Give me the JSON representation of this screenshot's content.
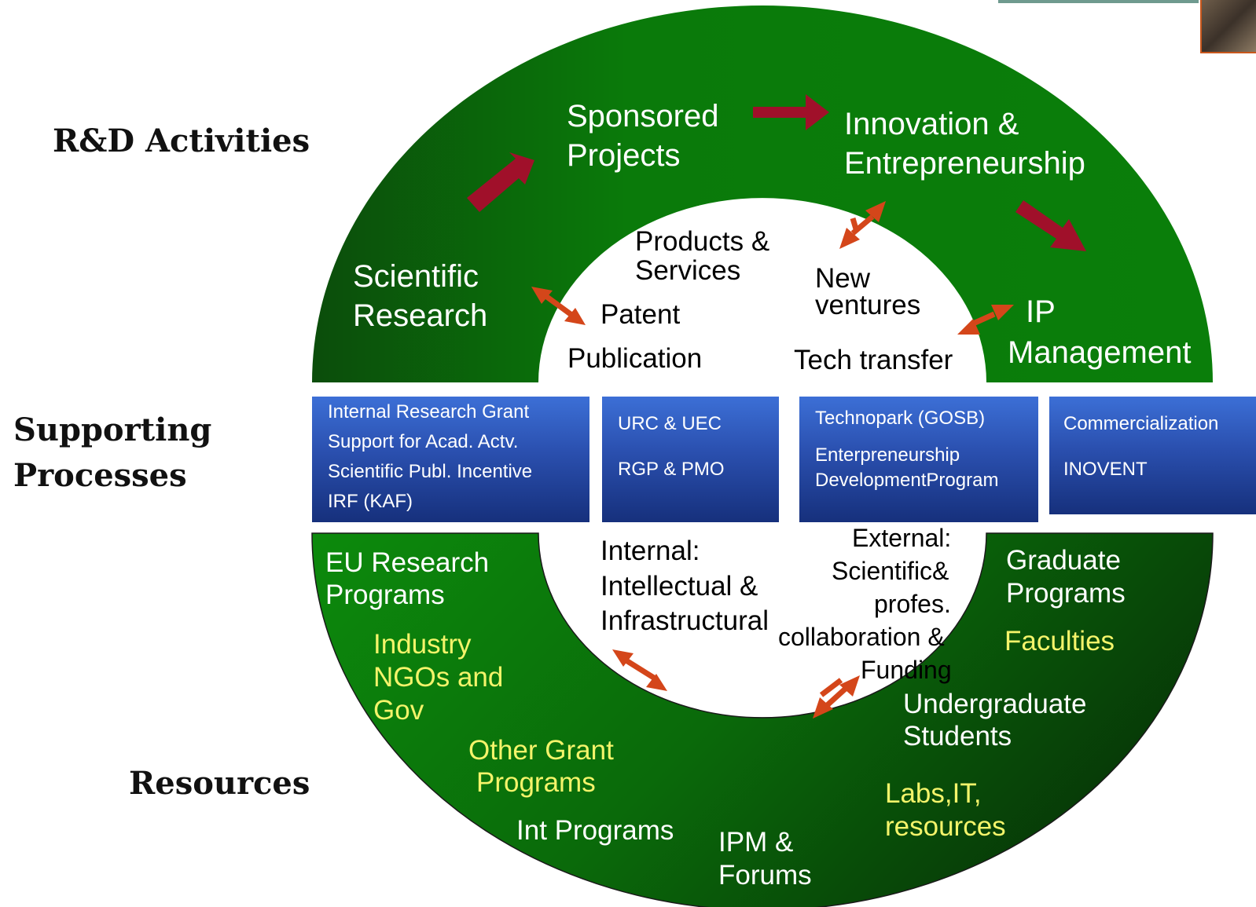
{
  "colors": {
    "ring_dark": "#0b4d0b",
    "ring_light": "#0a7a0a",
    "arrow_red": "#a0102a",
    "arrow_orange": "#d4461a",
    "box_blue": "#2a4fae",
    "yellow_text": "#f4f46a"
  },
  "row_labels": {
    "rd": "R&D Activities",
    "support_1": "Supporting",
    "support_2": "Processes",
    "resources": "Resources"
  },
  "rd": {
    "sci_1": "Scientific",
    "sci_2": "Research",
    "spon_1": "Sponsored",
    "spon_2": "Projects",
    "innov_1": "Innovation &",
    "innov_2": "Entrepreneurship",
    "ip_1": "IP",
    "ip_2": "Management"
  },
  "outputs": {
    "products_1": "Products &",
    "products_2": "Services",
    "patent": "Patent",
    "publication": "Publication",
    "newv_1": "New",
    "newv_2": "ventures",
    "tech_transfer": "Tech transfer"
  },
  "processes": {
    "box1": [
      "Internal Research Grant",
      "Support for Acad. Actv.",
      "Scientific Publ. Incentive",
      "IRF (KAF)"
    ],
    "box2": [
      "URC & UEC",
      "RGP & PMO"
    ],
    "box3": [
      "Technopark (GOSB)",
      "Enterpreneurship",
      "DevelopmentProgram"
    ],
    "box4": [
      "Commercialization",
      "INOVENT"
    ]
  },
  "inner_resources": {
    "int_1": "Internal:",
    "int_2": "Intellectual &",
    "int_3": "Infrastructural",
    "ext_1": "External:",
    "ext_2": "Scientific&",
    "ext_3": "profes.",
    "ext_4": "collaboration &",
    "ext_5": "Funding"
  },
  "resources": {
    "eu_1": "EU Research",
    "eu_2": "Programs",
    "ind_1": "Industry",
    "ind_2": "NGOs and",
    "ind_3": "Gov",
    "other_1": "Other Grant",
    "other_2": "Programs",
    "int_programs": "Int Programs",
    "ipm_1": "IPM &",
    "ipm_2": "Forums",
    "grad_1": "Graduate",
    "grad_2": "Programs",
    "faculties": "Faculties",
    "ug_1": "Undergraduate",
    "ug_2": "Students",
    "labs_1": "Labs,IT,",
    "labs_2": "resources"
  }
}
